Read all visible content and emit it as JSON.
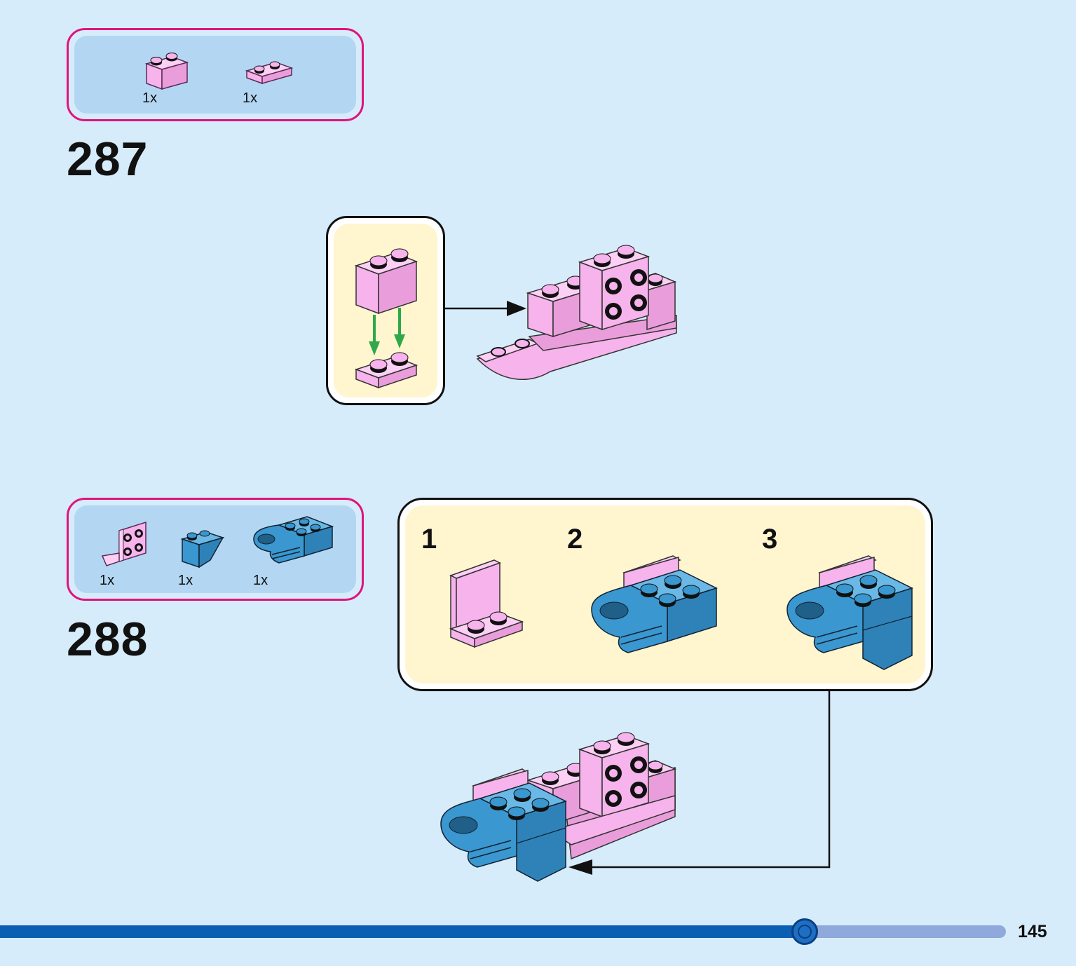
{
  "page": {
    "number": "145",
    "progress": 0.8
  },
  "colors": {
    "pink": "#f7b3ec",
    "blue": "#3a97cf",
    "frame": "#e0137d",
    "callout_bg": "#fff5cf",
    "progress": "#0b5fb3"
  },
  "steps": [
    {
      "number": "287",
      "parts": [
        {
          "icon": "pink-brick-1x2-icon",
          "qty": "1x"
        },
        {
          "icon": "pink-plate-1x2-icon",
          "qty": "1x"
        }
      ]
    },
    {
      "number": "288",
      "parts": [
        {
          "icon": "pink-bracket-icon",
          "qty": "1x"
        },
        {
          "icon": "blue-slope-icon",
          "qty": "1x"
        },
        {
          "icon": "blue-clip-brick-icon",
          "qty": "1x"
        }
      ],
      "substeps": [
        "1",
        "2",
        "3"
      ]
    }
  ]
}
